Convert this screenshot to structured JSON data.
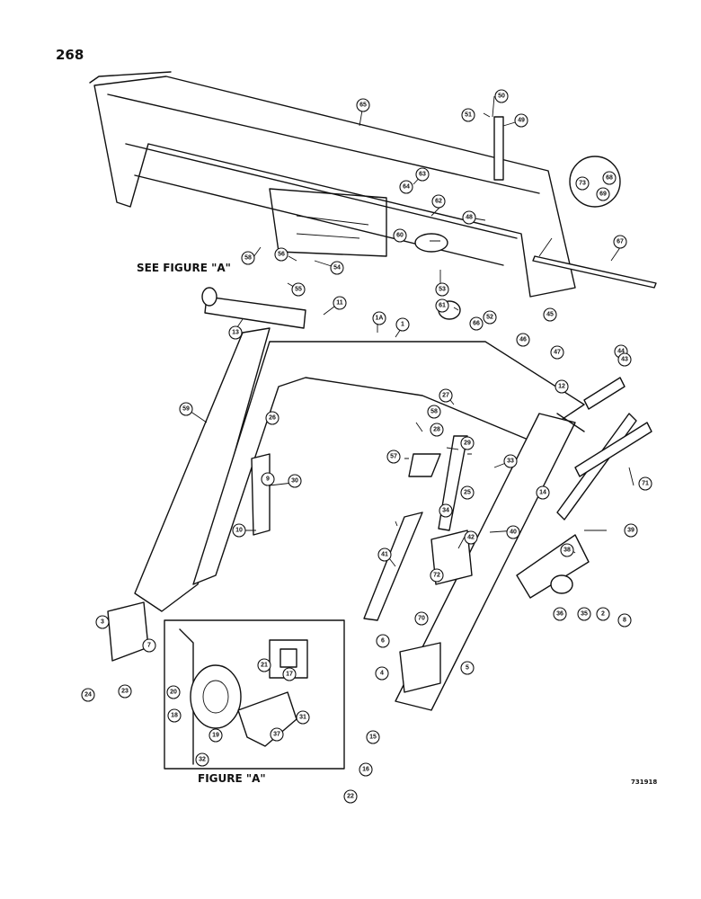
{
  "page_number": "268",
  "see_figure_label": "SEE FIGURE \"A\"",
  "figure_a_label": "FIGURE \"A\"",
  "drawing_number": "731918",
  "callouts": [
    "65",
    "50",
    "51",
    "49",
    "63",
    "64",
    "62",
    "48",
    "60",
    "58",
    "56",
    "54",
    "55",
    "53",
    "61",
    "66",
    "52",
    "45",
    "46",
    "47",
    "44",
    "43",
    "12",
    "14",
    "11",
    "13",
    "1A",
    "1",
    "59",
    "26",
    "27",
    "58",
    "28",
    "29",
    "57",
    "9",
    "10",
    "33",
    "30",
    "25",
    "34",
    "41",
    "42",
    "40",
    "39",
    "38",
    "36",
    "35",
    "2",
    "8",
    "3",
    "7",
    "24",
    "23",
    "6",
    "5",
    "4",
    "15",
    "16",
    "22",
    "21",
    "17",
    "20",
    "18",
    "19",
    "31",
    "32",
    "37",
    "72",
    "70",
    "71",
    "73",
    "68",
    "69",
    "67"
  ]
}
